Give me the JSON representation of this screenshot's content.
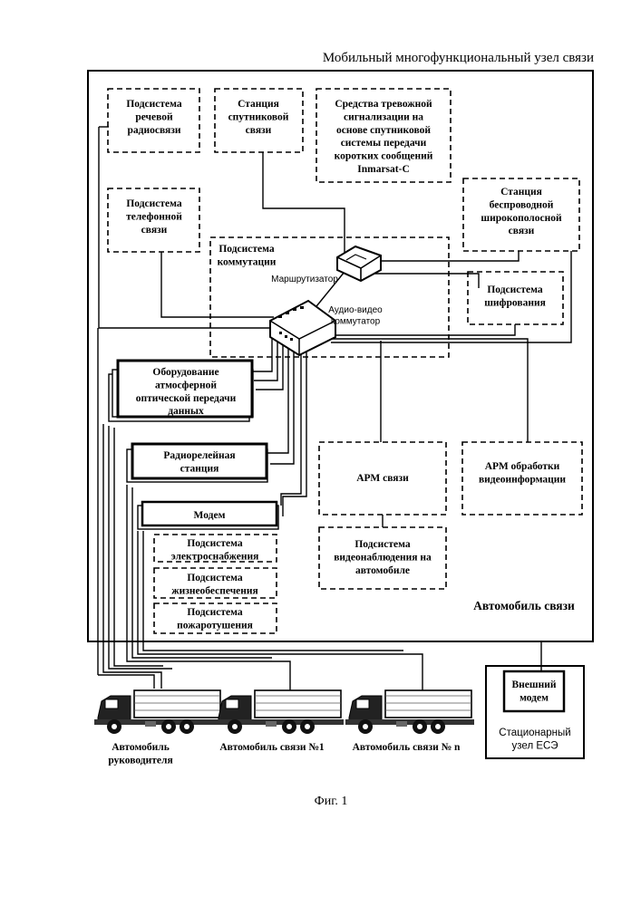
{
  "title": "Мобильный многофункциональный узел связи",
  "figure_caption": "Фиг. 1",
  "blocks": {
    "speech_radio": [
      "Подсистема",
      "речевой",
      "радиосвязи"
    ],
    "satellite_station": [
      "Станция",
      "спутниковой",
      "связи"
    ],
    "alarm": [
      "Средства тревожной",
      "сигнализации на",
      "основе спутниковой",
      "системы передачи",
      "коротких сообщений",
      "Inmarsat-C"
    ],
    "telephone": [
      "Подсистема",
      "телефонной",
      "связи"
    ],
    "broadband": [
      "Станция",
      "беспроводной",
      "широкополосной",
      "связи"
    ],
    "switching": [
      "Подсистема",
      "коммутации"
    ],
    "router_label": "Маршрутизатор",
    "av_switch_label": [
      "Аудио-видео",
      "коммутатор"
    ],
    "encryption": [
      "Подсистема",
      "шифрования"
    ],
    "optical": [
      "Оборудование",
      "атмосферной",
      "оптической передачи",
      "данных"
    ],
    "radio_relay": [
      "Радиорелейная",
      "станция"
    ],
    "arm_comm": [
      "АРМ связи"
    ],
    "arm_video": [
      "АРМ обработки",
      "видеоинформации"
    ],
    "modem": "Модем",
    "power": [
      "Подсистема",
      "электроснабжения"
    ],
    "life_support": [
      "Подсистема",
      "жизнеобеспечения"
    ],
    "fire": [
      "Подсистема",
      "пожаротушения"
    ],
    "video_surveillance": [
      "Подсистема",
      "видеонаблюдения на",
      "автомобиле"
    ],
    "vehicle_label": "Автомобиль связи",
    "external_modem": [
      "Внешний",
      "модем"
    ],
    "stationary_node": [
      "Стационарный",
      "узел ЕСЭ"
    ]
  },
  "vehicles": [
    {
      "label": [
        "Автомобиль",
        "руководителя"
      ]
    },
    {
      "label": [
        "Автомобиль связи №1"
      ]
    },
    {
      "label": [
        "Автомобиль связи № n"
      ]
    }
  ]
}
